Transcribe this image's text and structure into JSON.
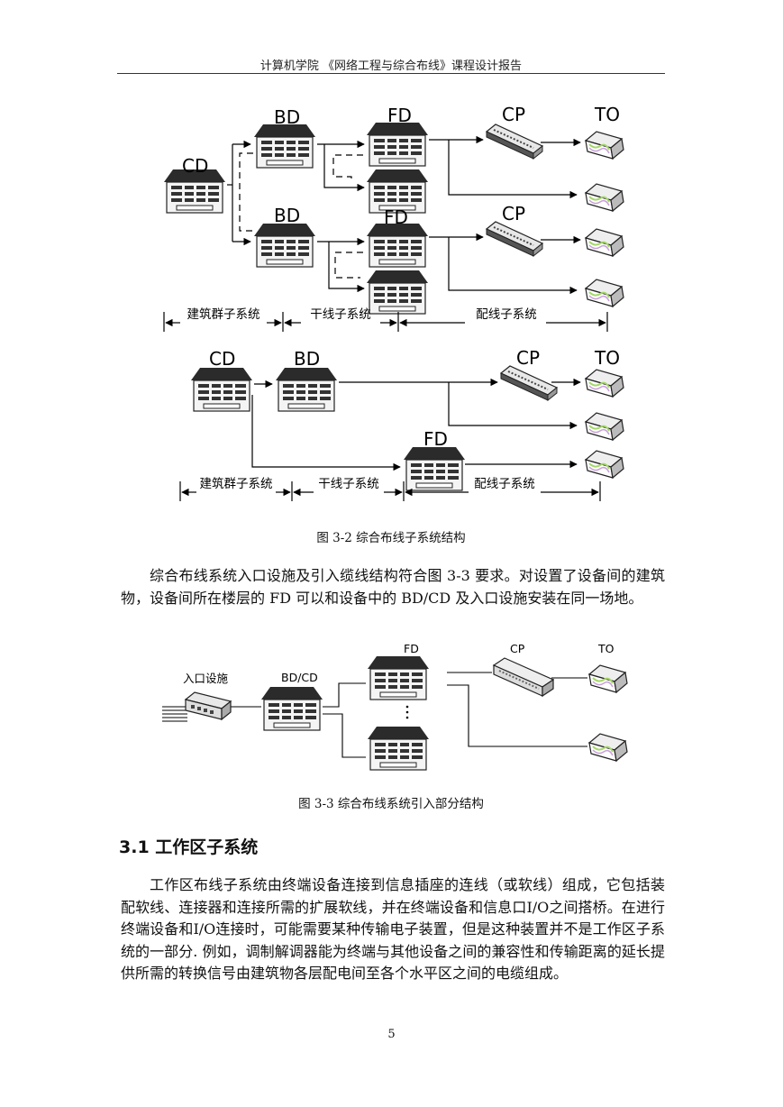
{
  "header": {
    "text": "计算机学院 《网络工程与综合布线》课程设计报告"
  },
  "figure_3_2": {
    "top": {
      "cd": "CD",
      "bd1": "BD",
      "bd2": "BD",
      "fd1": "FD",
      "fd2": "FD",
      "cp1": "CP",
      "cp2": "CP",
      "to": "TO"
    },
    "bottom": {
      "cd": "CD",
      "bd": "BD",
      "fd": "FD",
      "cp": "CP",
      "to": "TO"
    },
    "spans": {
      "campus": "建筑群子系统",
      "backbone": "干线子系统",
      "horizontal": "配线子系统"
    },
    "caption": "图 3-2 综合布线子系统结构"
  },
  "paragraph1": "综合布线系统入口设施及引入缆线结构符合图 3-3 要求。对设置了设备间的建筑物，设备间所在楼层的 FD 可以和设备中的 BD/CD 及入口设施安装在同一场地。",
  "figure_3_3": {
    "entrance": "入口设施",
    "bdcd": "BD/CD",
    "fd": "FD",
    "cp": "CP",
    "to": "TO",
    "caption": "图 3-3 综合布线系统引入部分结构"
  },
  "section": {
    "title": "3.1 工作区子系统"
  },
  "paragraph2": "工作区布线子系统由终端设备连接到信息插座的连线（或软线）组成，它包括装配软线、连接器和连接所需的扩展软线，并在终端设备和信息口I/O之间搭桥。在进行终端设备和I/O连接时，可能需要某种传输电子装置，但是这种装置并不是工作区子系统的一部分. 例如，调制解调器能为终端与其他设备之间的兼容性和传输距离的延长提供所需的转换信号由建筑物各层配电间至各个水平区之间的电缆组成。",
  "page_number": "5"
}
